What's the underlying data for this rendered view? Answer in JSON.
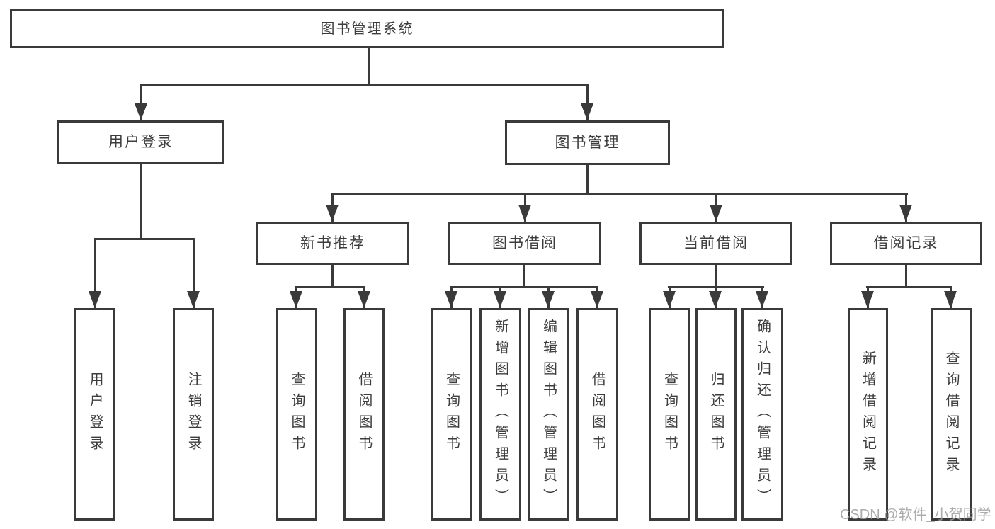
{
  "diagram": {
    "root": {
      "label": "图书管理系统"
    },
    "branches": [
      {
        "label": "用户登录"
      },
      {
        "label": "图书管理"
      }
    ],
    "modules": [
      {
        "label": "新书推荐"
      },
      {
        "label": "图书借阅"
      },
      {
        "label": "当前借阅"
      },
      {
        "label": "借阅记录"
      }
    ],
    "leaves": [
      {
        "label": "用户登录"
      },
      {
        "label": "注销登录"
      },
      {
        "label": "查询图书"
      },
      {
        "label": "借阅图书"
      },
      {
        "label": "查询图书"
      },
      {
        "label": "新增图书（管理员）"
      },
      {
        "label": "编辑图书（管理员）"
      },
      {
        "label": "借阅图书"
      },
      {
        "label": "查询图书"
      },
      {
        "label": "归还图书"
      },
      {
        "label": "确认归还（管理员）"
      },
      {
        "label": "新增借阅记录"
      },
      {
        "label": "查询借阅记录"
      }
    ]
  },
  "watermark": {
    "text": "CSDN @软件_小贺同学"
  },
  "colors": {
    "line": "#3a3a3a",
    "text": "#3d3d3d",
    "watermark": "#9e9e9e",
    "background": "#ffffff"
  }
}
